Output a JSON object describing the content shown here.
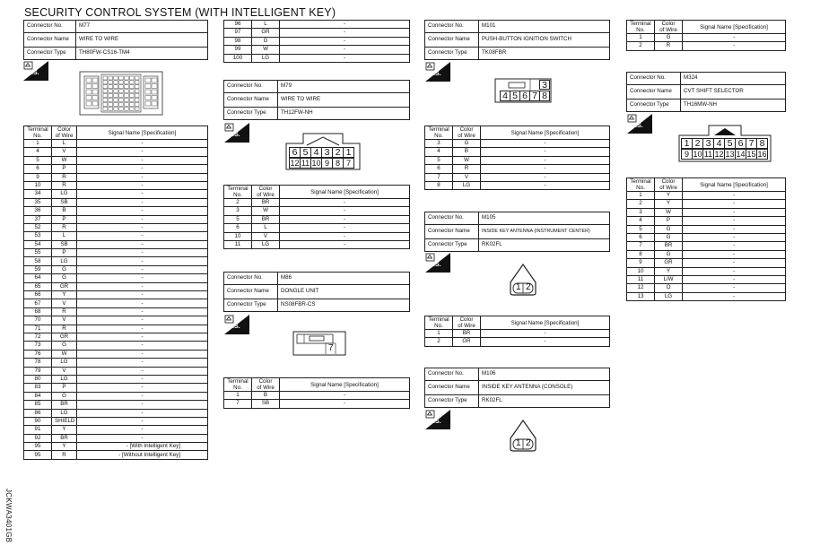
{
  "title": "SECURITY CONTROL SYSTEM (WITH INTELLIGENT KEY)",
  "doc_code": "JCKWA3401GB",
  "hs_label": "H.S.",
  "labels": {
    "connector_no": "Connector No.",
    "connector_name": "Connector Name",
    "connector_type": "Connector Type",
    "terminal_no": [
      "Terminal",
      "No."
    ],
    "color_of_wire": [
      "Color",
      "of Wire"
    ],
    "signal_name": "Signal Name [Specification]"
  },
  "m77": {
    "no": "M77",
    "name": "WIRE TO WIRE",
    "type": "TH80FW-CS16-TM4",
    "rows": [
      [
        "1",
        "L",
        "-"
      ],
      [
        "4",
        "V",
        "-"
      ],
      [
        "5",
        "W",
        "-"
      ],
      [
        "6",
        "P",
        "-"
      ],
      [
        "9",
        "R",
        "-"
      ],
      [
        "10",
        "R",
        "-"
      ],
      [
        "34",
        "LG",
        "-"
      ],
      [
        "35",
        "SB",
        "-"
      ],
      [
        "36",
        "B",
        "-"
      ],
      [
        "37",
        "P",
        "-"
      ],
      [
        "52",
        "R",
        "-"
      ],
      [
        "53",
        "L",
        "-"
      ],
      [
        "54",
        "SB",
        "-"
      ],
      [
        "55",
        "P",
        "-"
      ],
      [
        "58",
        "LG",
        "-"
      ],
      [
        "59",
        "G",
        "-"
      ],
      [
        "64",
        "G",
        "-"
      ],
      [
        "65",
        "GR",
        "-"
      ],
      [
        "66",
        "Y",
        "-"
      ],
      [
        "67",
        "V",
        "-"
      ],
      [
        "68",
        "R",
        "-"
      ],
      [
        "70",
        "V",
        "-"
      ],
      [
        "71",
        "R",
        "-"
      ],
      [
        "72",
        "GR",
        "-"
      ],
      [
        "73",
        "G",
        "-"
      ],
      [
        "76",
        "W",
        "-"
      ],
      [
        "78",
        "LG",
        "-"
      ],
      [
        "79",
        "V",
        "-"
      ],
      [
        "80",
        "LG",
        "-"
      ],
      [
        "83",
        "P",
        "-"
      ],
      [
        "84",
        "G",
        "-"
      ],
      [
        "85",
        "BR",
        "-"
      ],
      [
        "86",
        "LG",
        "-"
      ],
      [
        "90",
        "SHIELD",
        "-"
      ],
      [
        "91",
        "Y",
        "-"
      ],
      [
        "92",
        "BR",
        "-"
      ],
      [
        "95",
        "Y",
        "- [With Intelligent Key]"
      ],
      [
        "95",
        "R",
        "- [Without Intelligent Key]"
      ]
    ],
    "rows_cont": [
      [
        "96",
        "L",
        "-"
      ],
      [
        "97",
        "GR",
        "-"
      ],
      [
        "98",
        "G",
        "-"
      ],
      [
        "99",
        "W",
        "-"
      ],
      [
        "100",
        "LG",
        "-"
      ]
    ]
  },
  "m79": {
    "no": "M79",
    "name": "WIRE TO WIRE",
    "type": "TH12FW-NH",
    "pins_top": [
      "6",
      "5",
      "4",
      "3",
      "2",
      "1"
    ],
    "pins_bottom": [
      "12",
      "11",
      "10",
      "9",
      "8",
      "7"
    ],
    "rows": [
      [
        "2",
        "BR",
        "-"
      ],
      [
        "3",
        "W",
        "-"
      ],
      [
        "5",
        "BR",
        "-"
      ],
      [
        "6",
        "L",
        "-"
      ],
      [
        "10",
        "V",
        "-"
      ],
      [
        "11",
        "LG",
        "-"
      ]
    ]
  },
  "m86": {
    "no": "M86",
    "name": "DONGLE UNIT",
    "type": "NS08FBR-CS",
    "pin_label": "7",
    "rows": [
      [
        "1",
        "B",
        "-"
      ],
      [
        "7",
        "SB",
        "-"
      ]
    ]
  },
  "m101": {
    "no": "M101",
    "name": "PUSH-BUTTON IGNITION SWITCH",
    "type": "TK08FBR",
    "pins_top": [
      "3"
    ],
    "pins_bottom": [
      "4",
      "5",
      "6",
      "7",
      "8"
    ],
    "rows": [
      [
        "3",
        "G",
        "-"
      ],
      [
        "4",
        "B",
        "-"
      ],
      [
        "5",
        "W",
        "-"
      ],
      [
        "6",
        "R",
        "-"
      ],
      [
        "7",
        "V",
        "-"
      ],
      [
        "8",
        "LG",
        "-"
      ]
    ]
  },
  "m105": {
    "no": "M105",
    "name": "INSIDE KEY ANTENNA (INSTRUMENT CENTER)",
    "type": "RK02FL",
    "pins": [
      "1",
      "2"
    ],
    "rows": [
      [
        "1",
        "BR",
        "-"
      ],
      [
        "2",
        "GR",
        "-"
      ]
    ]
  },
  "m106": {
    "no": "M106",
    "name": "INSIDE KEY ANTENNA (CONSOLE)",
    "type": "RK02FL",
    "pins": [
      "1",
      "2"
    ]
  },
  "top_right": {
    "rows": [
      [
        "1",
        "G",
        "-"
      ],
      [
        "2",
        "R",
        "-"
      ]
    ]
  },
  "m324": {
    "no": "M324",
    "name": "CVT SHIFT SELECTOR",
    "type": "TH16MW-NH",
    "pins_top": [
      "1",
      "2",
      "3",
      "4",
      "5",
      "6",
      "7",
      "8"
    ],
    "pins_bottom": [
      "9",
      "10",
      "11",
      "12",
      "13",
      "14",
      "15",
      "16"
    ],
    "rows": [
      [
        "1",
        "Y",
        "-"
      ],
      [
        "2",
        "Y",
        "-"
      ],
      [
        "3",
        "W",
        "-"
      ],
      [
        "4",
        "P",
        "-"
      ],
      [
        "5",
        "G",
        "-"
      ],
      [
        "6",
        "G",
        "-"
      ],
      [
        "7",
        "BR",
        "-"
      ],
      [
        "8",
        "G",
        "-"
      ],
      [
        "9",
        "GR",
        "-"
      ],
      [
        "10",
        "Y",
        "-"
      ],
      [
        "11",
        "L/W",
        "-"
      ],
      [
        "12",
        "O",
        "-"
      ],
      [
        "13",
        "LG",
        "-"
      ]
    ]
  }
}
